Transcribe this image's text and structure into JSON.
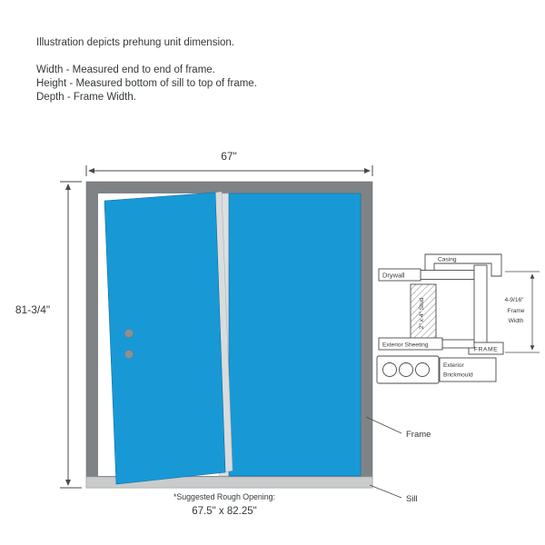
{
  "header": {
    "lines": [
      "Illustration depicts prehung unit dimension.",
      "Width - Measured end to end of frame.",
      "Height - Measured bottom of sill to top of frame.",
      "Depth - Frame Width."
    ]
  },
  "dimensions": {
    "width": "67\"",
    "height": "81-3/4\"",
    "rough_opening_title": "*Suggested Rough Opening:",
    "rough_opening_value": "67.5\" x 82.25\""
  },
  "detail": {
    "casing": "Casing",
    "drywall": "Drywall",
    "stud": "2\" x 4\" Stud",
    "exterior_sheeting": "Exterior Sheeting",
    "exterior_brickmould_line1": "Exterior",
    "exterior_brickmould_line2": "Brickmould",
    "frame": "FRAME",
    "frame_width_value": "4-9/16\"",
    "frame_width_label_line1": "Frame",
    "frame_width_label_line2": "Width"
  },
  "callouts": {
    "frame": "Frame",
    "sill": "Sill"
  },
  "colors": {
    "door_blue": "#1899d6",
    "frame_gray": "#808386",
    "sill_gray": "#c9cbcc",
    "line": "#4a4a4a"
  }
}
